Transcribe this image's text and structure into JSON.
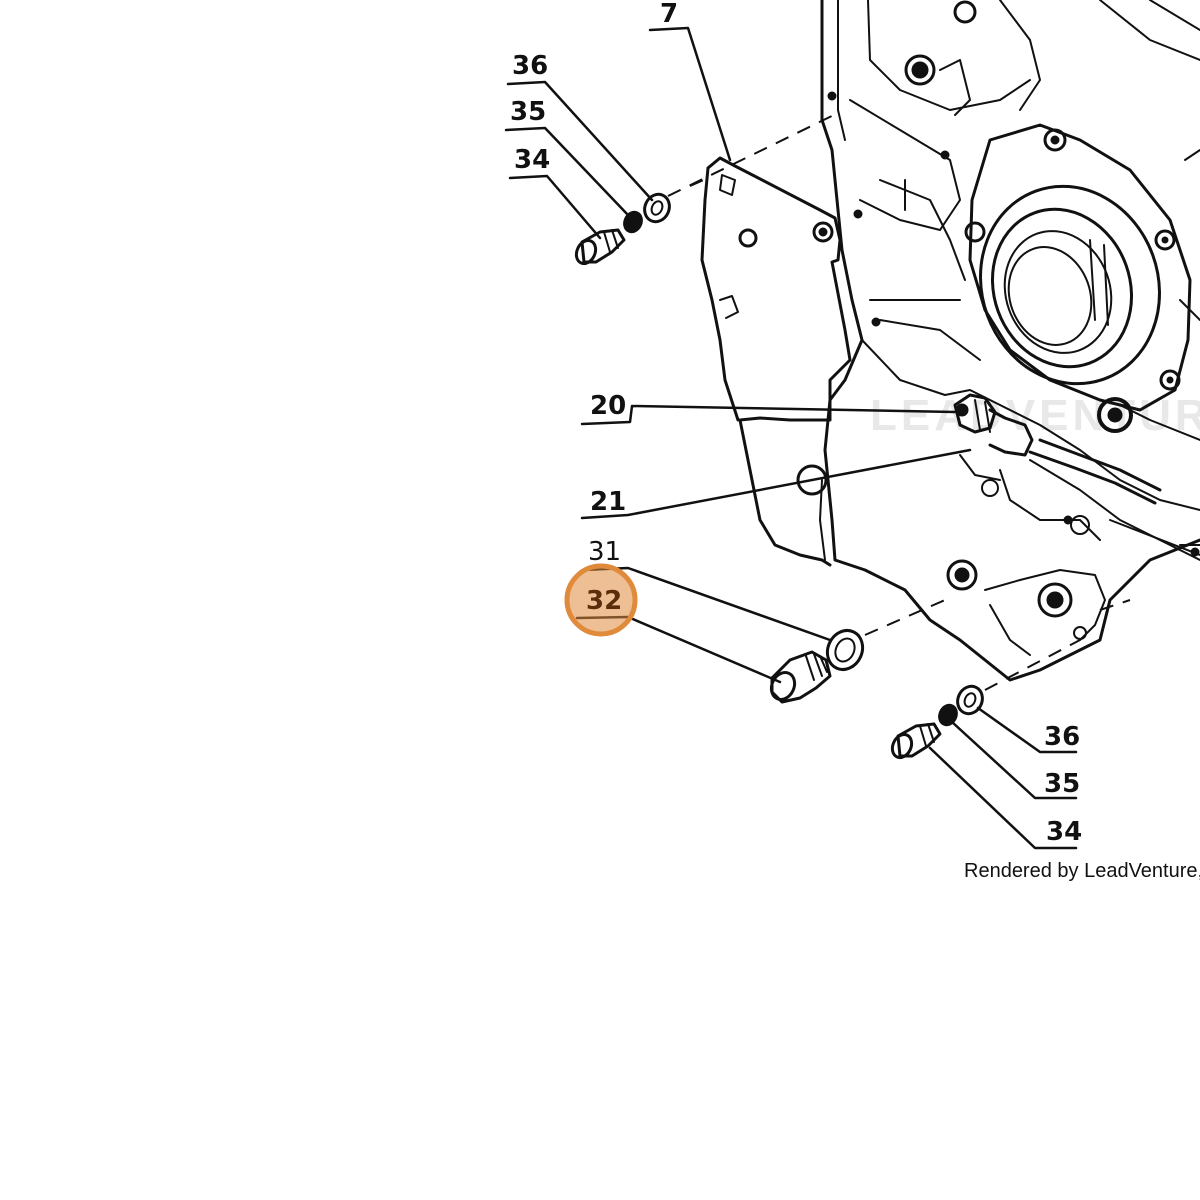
{
  "diagram": {
    "callouts": {
      "c7": "7",
      "c36_top": "36",
      "c35_top": "35",
      "c34_top": "34",
      "c20": "20",
      "c21": "21",
      "c31": "31",
      "c32": "32",
      "c36_bottom": "36",
      "c35_bottom": "35",
      "c34_bottom": "34"
    },
    "highlight": {
      "part_number": "32",
      "color": "#e08a3c"
    },
    "credit": "Rendered by LeadVenture, Inc.",
    "watermark": "LEADVENTURE"
  }
}
